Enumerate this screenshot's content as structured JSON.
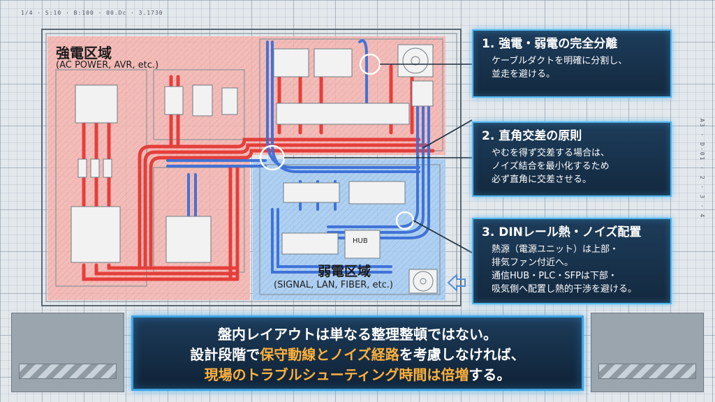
{
  "header_text": "1/4 · S:10 · B:100 · 00.Dc · 3.1730",
  "side_text": "A3 · D-01 · 2 · 3 · 4",
  "high_voltage_zone": {
    "title": "強電区域",
    "subtitle": "(AC POWER, AVR, etc.)"
  },
  "low_voltage_zone": {
    "title": "弱電区域",
    "subtitle": "(SIGNAL, LAN, FIBER, etc.)"
  },
  "device_labels": {
    "hub": "HUB"
  },
  "callouts": [
    {
      "title": "1. 強電・弱電の完全分離",
      "lines": [
        "ケーブルダクトを明確に分割し、",
        "並走を避ける。"
      ]
    },
    {
      "title": "2. 直角交差の原則",
      "lines": [
        "やむを得ず交差する場合は、",
        "ノイズ結合を最小化するため",
        "必ず直角に交差させる。"
      ]
    },
    {
      "title": "3. DINレール熱・ノイズ配置",
      "lines": [
        "熱源（電源ユニット）は上部・",
        "排気ファン付近へ。",
        "通信HUB・PLC・SFPは下部・",
        "吸気側へ配置し熱的干渉を避ける。"
      ]
    }
  ],
  "summary": {
    "line1": "盤内レイアウトは単なる整理整頓ではない。",
    "line2_prefix": "設計段階で",
    "line2_highlight": "保守動線とノイズ経路",
    "line2_suffix": "を考慮しなければ、",
    "line3_highlight": "現場のトラブルシューティング時間は倍増",
    "line3_suffix": "する。"
  },
  "colors": {
    "power_red": "#e53935",
    "signal_blue": "#3b6fd8",
    "accent_glow": "#4fb6ee",
    "highlight": "#ffb13b"
  }
}
